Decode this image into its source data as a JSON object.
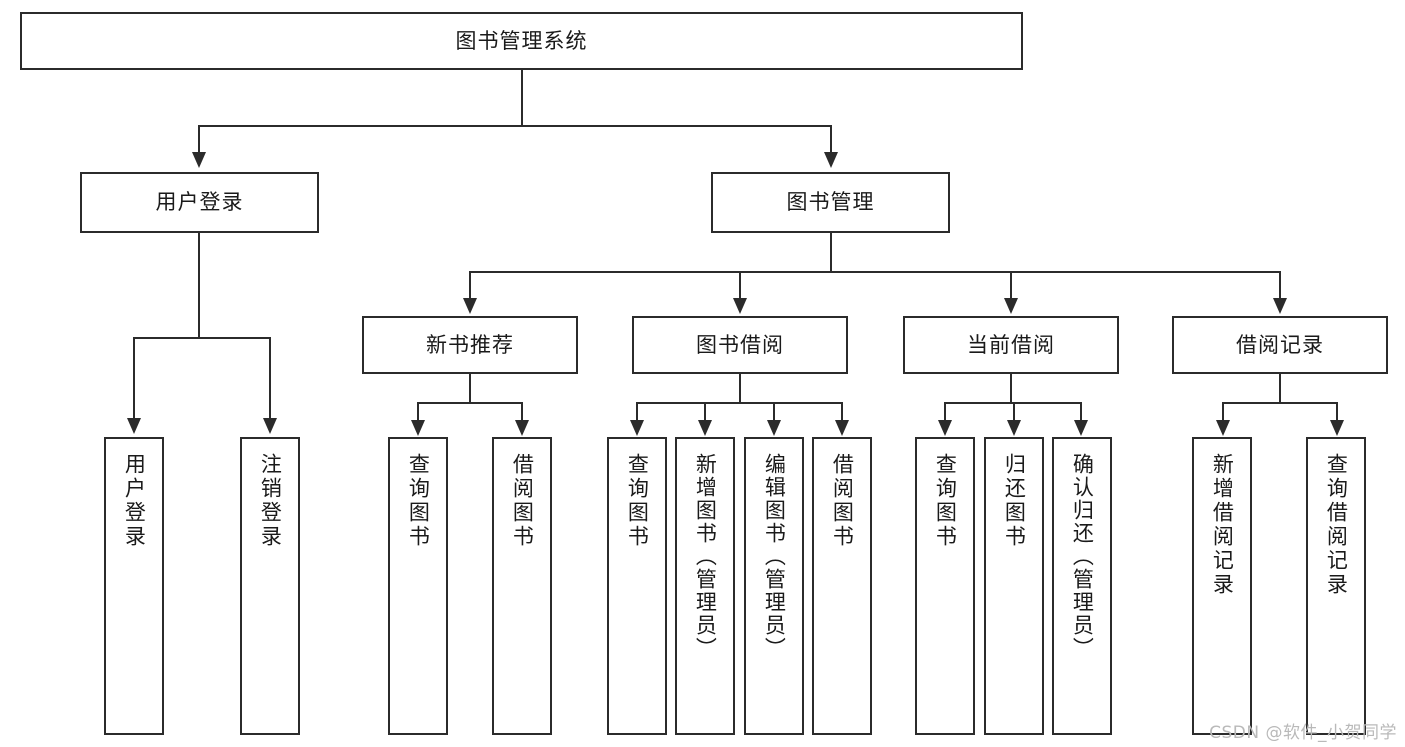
{
  "diagram": {
    "type": "tree-hierarchy",
    "title": "图书管理系统",
    "watermark": "CSDN @软件_小贺同学",
    "colors": {
      "stroke": "#2b2b2b",
      "fill": "#ffffff",
      "text": "#1a1a1a",
      "watermark": "#b9b9b9"
    },
    "levels": {
      "level1": {
        "label": "图书管理系统"
      },
      "level2": [
        {
          "label": "用户登录"
        },
        {
          "label": "图书管理"
        }
      ],
      "level3": [
        {
          "label": "新书推荐"
        },
        {
          "label": "图书借阅"
        },
        {
          "label": "当前借阅"
        },
        {
          "label": "借阅记录"
        }
      ],
      "level4": {
        "user_login": [
          {
            "label": "用户登录"
          },
          {
            "label": "注销登录"
          }
        ],
        "new_book_recommend": [
          {
            "label": "查询图书"
          },
          {
            "label": "借阅图书"
          }
        ],
        "book_borrow": [
          {
            "label": "查询图书"
          },
          {
            "label": "新增图书（管理员）"
          },
          {
            "label": "编辑图书（管理员）"
          },
          {
            "label": "借阅图书"
          }
        ],
        "current_borrow": [
          {
            "label": "查询图书"
          },
          {
            "label": "归还图书"
          },
          {
            "label": "确认归还（管理员）"
          }
        ],
        "borrow_record": [
          {
            "label": "新增借阅记录"
          },
          {
            "label": "查询借阅记录"
          }
        ]
      }
    }
  }
}
